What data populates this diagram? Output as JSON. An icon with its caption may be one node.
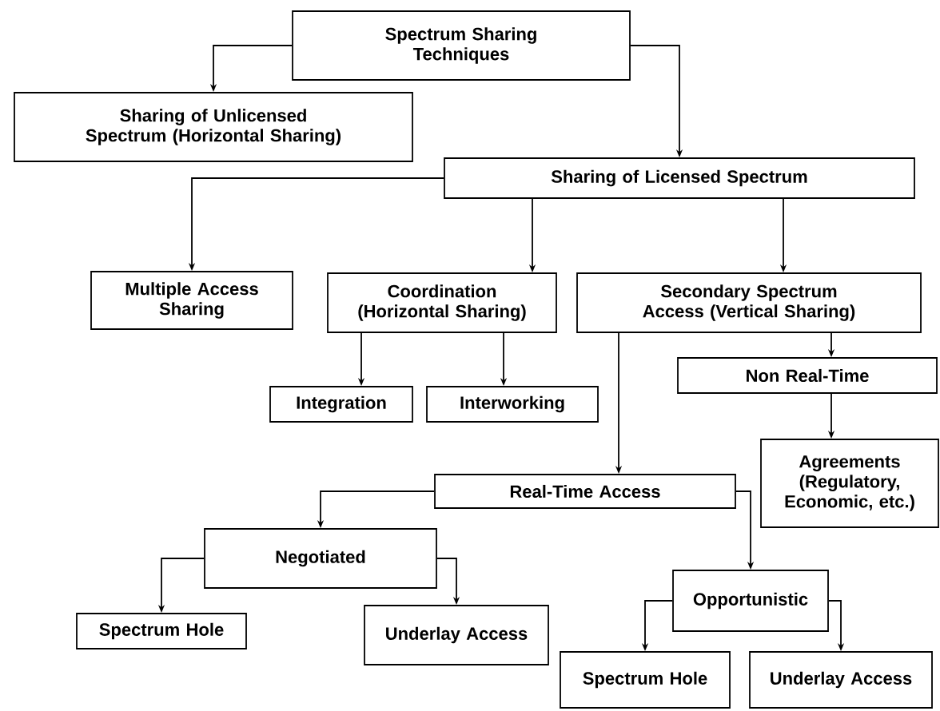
{
  "diagram": {
    "nodes": [
      {
        "text": [
          "Spectrum Sharing Techniques"
        ]
      },
      {
        "text": [
          "Sharing of Unlicensed Spectrum (Horizontal Sharing)"
        ]
      },
      {
        "text": [
          "Sharing of Licensed Spectrum"
        ]
      },
      {
        "text": [
          "Multiple Access Sharing"
        ]
      },
      {
        "text": [
          "Coordination (Horizontal Sharing)"
        ]
      },
      {
        "text": [
          "Secondary Spectrum Access (Vertical Sharing)"
        ]
      },
      {
        "text": [
          "Integration"
        ]
      },
      {
        "text": [
          "Interworking"
        ]
      },
      {
        "text": [
          "Non Real-Time"
        ]
      },
      {
        "text": [
          "Agreements (Regulatory, Economic, etc.)"
        ]
      },
      {
        "text": [
          "Real-Time Access"
        ]
      },
      {
        "text": [
          "Negotiated"
        ]
      },
      {
        "text": [
          "Spectrum Hole"
        ]
      },
      {
        "text": [
          "Underlay Access"
        ]
      },
      {
        "text": [
          "Opportunistic"
        ]
      },
      {
        "text": [
          "Spectrum Hole"
        ]
      },
      {
        "text": [
          "Underlay Access"
        ]
      }
    ],
    "edges": [
      {
        "from": 0,
        "to": 1,
        "arrow": "to"
      },
      {
        "from": 0,
        "to": 2,
        "arrow": "to"
      },
      {
        "from": 2,
        "to": 3,
        "arrow": "to"
      },
      {
        "from": 2,
        "to": 4,
        "arrow": "to"
      },
      {
        "from": 2,
        "to": 5,
        "arrow": "to"
      },
      {
        "from": 4,
        "to": 6,
        "arrow": "to"
      },
      {
        "from": 4,
        "to": 7,
        "arrow": "to"
      },
      {
        "from": 5,
        "to": 8,
        "arrow": "to"
      },
      {
        "from": 8,
        "to": 9,
        "arrow": "to"
      },
      {
        "from": 5,
        "to": 10,
        "arrow": "to"
      },
      {
        "from": 10,
        "to": 11,
        "arrow": "to"
      },
      {
        "from": 10,
        "to": 14,
        "arrow": "to"
      },
      {
        "from": 11,
        "to": 12,
        "arrow": "to"
      },
      {
        "from": 11,
        "to": 13,
        "arrow": "to"
      },
      {
        "from": 14,
        "to": 15,
        "arrow": "to"
      },
      {
        "from": 14,
        "to": 16,
        "arrow": "to"
      }
    ]
  }
}
